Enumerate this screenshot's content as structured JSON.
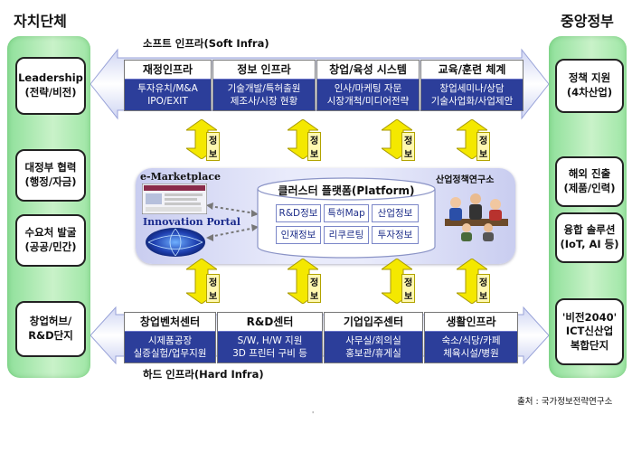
{
  "left_panel": {
    "title": "자치단체",
    "items": [
      {
        "label": "Leadership\n(전략/비전)"
      },
      {
        "label": "대정부 협력\n(행정/자금)"
      },
      {
        "label": "수요처 발굴\n(공공/민간)"
      },
      {
        "label": "창업허브/\nR&D단지"
      }
    ]
  },
  "right_panel": {
    "title": "중앙정부",
    "items": [
      {
        "label": "정책 지원\n(4차산업)"
      },
      {
        "label": "해외 진출\n(제품/인력)"
      },
      {
        "label": "융합 솔루션\n(IoT, AI 등)"
      },
      {
        "label": "'비전2040'\nICT신산업\n복합단지"
      }
    ]
  },
  "soft_infra": {
    "label": "소프트 인프라(Soft Infra)",
    "cards": [
      {
        "title": "재정인프라",
        "body": "투자유치/M&A\nIPO/EXIT"
      },
      {
        "title": "정보 인프라",
        "body": "기술개발/특허출원\n제조사/시장 현황"
      },
      {
        "title": "창업/육성 시스템",
        "body": "인사/마케팅 자문\n시장개척/미디어전략"
      },
      {
        "title": "교육/훈련 체계",
        "body": "창업세미나/상담\n기술사업화/사업제안"
      }
    ]
  },
  "hard_infra": {
    "label": "하드 인프라(Hard Infra)",
    "cards": [
      {
        "title": "창업벤처센터",
        "body": "시제품공장\n실증실험/업무지원"
      },
      {
        "title": "R&D센터",
        "body": "S/W, H/W 지원\n3D 프린터 구비 등"
      },
      {
        "title": "기업입주센터",
        "body": "사무실/회의실\n홍보관/휴게실"
      },
      {
        "title": "생활인프라",
        "body": "숙소/식당/카페\n체육시설/병원"
      }
    ]
  },
  "arrow_label": "정보",
  "platform": {
    "title": "클러스터 플랫폼(Platform)",
    "cells": [
      "R&D정보",
      "특허Map",
      "산업정보",
      "인재정보",
      "리쿠르팅",
      "투자정보"
    ],
    "emarket_label": "e-Marketplace",
    "portal_label": "Innovation Portal",
    "institute_label": "산업정책연구소"
  },
  "source": "출처 : 국가정보전략연구소",
  "footnote": "'",
  "colors": {
    "side_green": "#8fe09a",
    "band_blue": "#3a4dba",
    "card_body": "#2c3e9a",
    "info_yellow": "#f4e800"
  }
}
